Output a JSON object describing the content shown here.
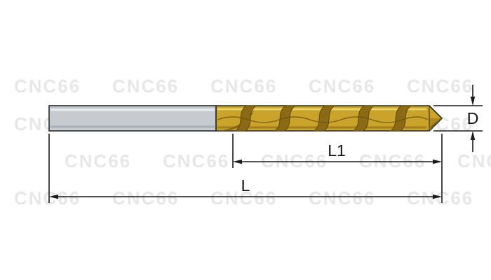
{
  "watermark": {
    "text": "CNC66",
    "color": "#e7e7e7"
  },
  "drawing": {
    "part": "twist-drill-dimension-diagram",
    "shank_color": "#c6cbcf",
    "coating_color": "#c9a32a",
    "flute_shadow_color": "#8a6a14",
    "outline_color": "#2a2a2a"
  },
  "dimensions": {
    "diameter_label": "D",
    "flute_length_label": "L1",
    "overall_length_label": "L"
  }
}
